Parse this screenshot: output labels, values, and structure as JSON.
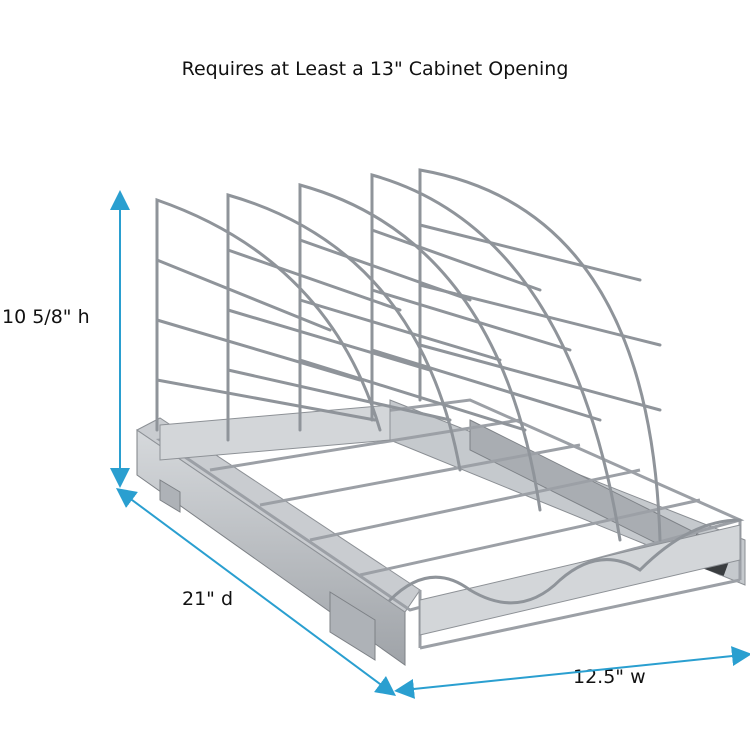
{
  "headline": "Requires at Least a 13\" Cabinet Opening",
  "dimensions": {
    "height": "10 5/8\" h",
    "depth": "21\" d",
    "width": "12.5\" w"
  },
  "colors": {
    "dimension_arrow": "#2a9fd0",
    "wire_chrome": "#9ca0a6",
    "rail_metal": "#b8bcc1"
  }
}
